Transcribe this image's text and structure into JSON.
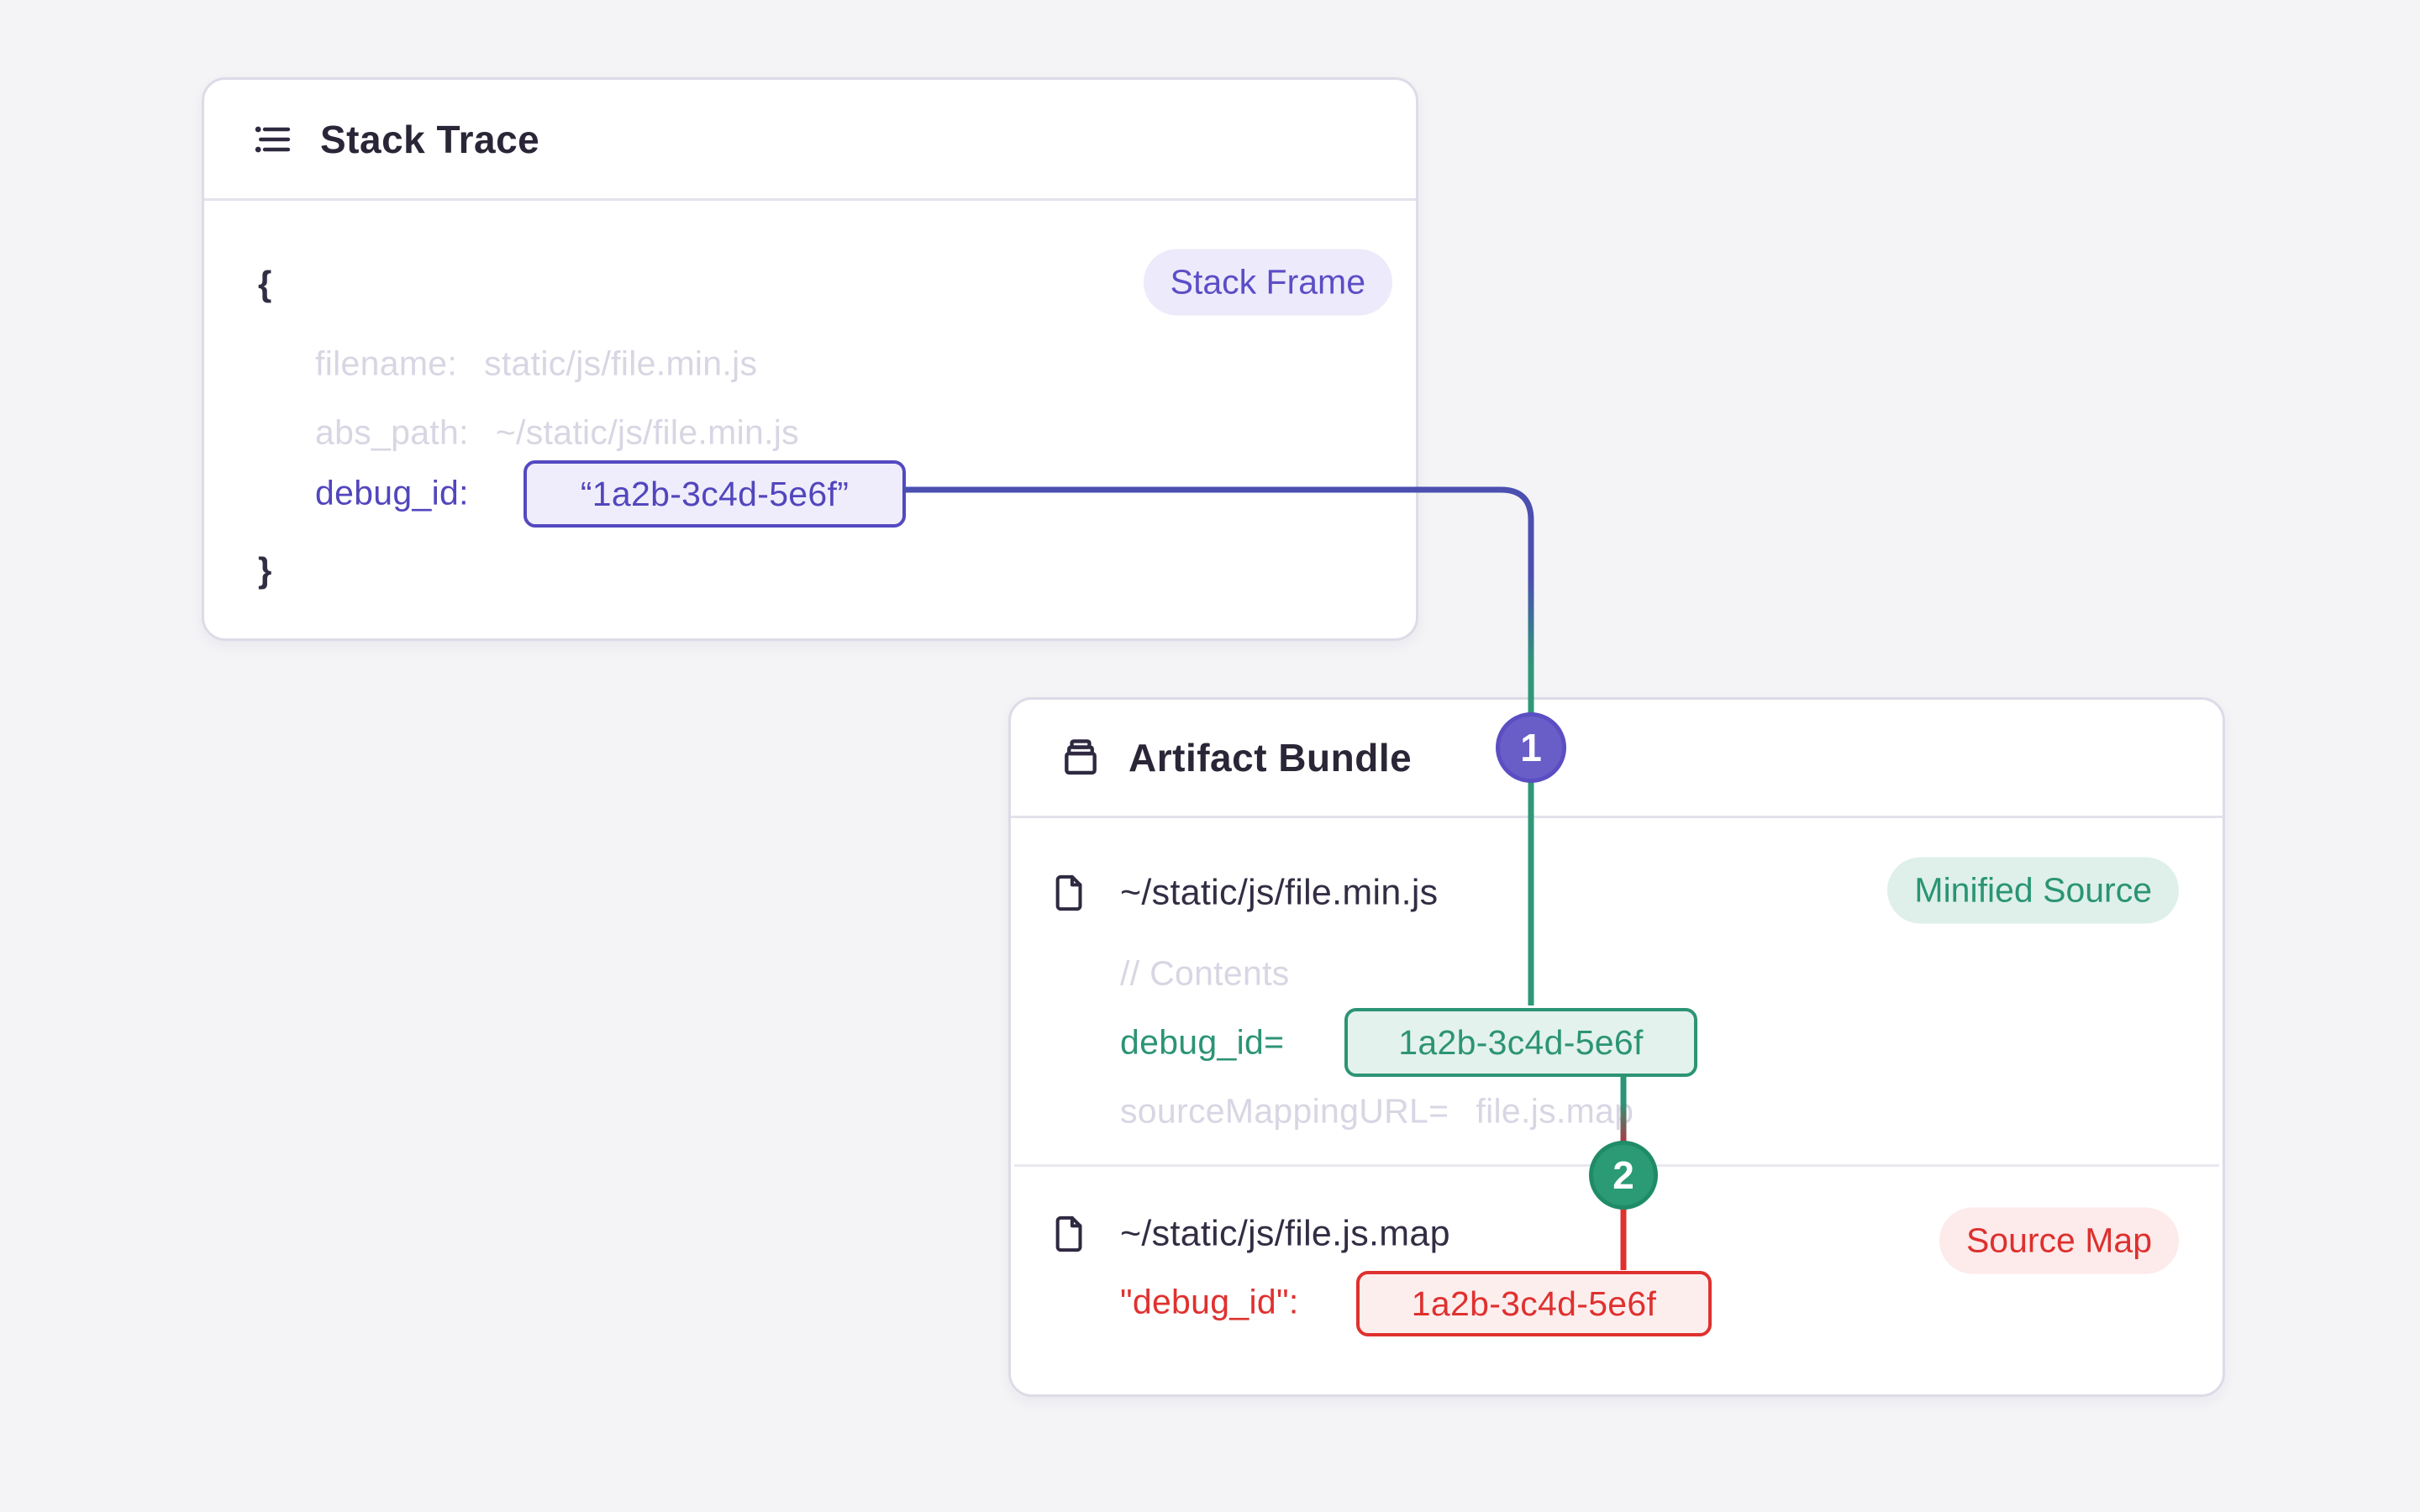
{
  "colors": {
    "background": "#f4f4f7",
    "card_border": "#dcdbe7",
    "title_text": "#2b2637",
    "muted_text": "#d7d6e3",
    "purple": "#5246bd",
    "purple_line": "#4b4fb0",
    "green": "#2c9475",
    "red": "#df312f",
    "step1_badge_fill": "#695dc7",
    "step2_badge_fill": "#2a9b75"
  },
  "stack_trace": {
    "title": "Stack Trace",
    "frame_badge": "Stack Frame",
    "open_brace": "{",
    "close_brace": "}",
    "fields": {
      "filename": {
        "key": "filename:",
        "value": "static/js/file.min.js"
      },
      "abs_path": {
        "key": "abs_path:",
        "value": "~/static/js/file.min.js"
      },
      "debug_id": {
        "key": "debug_id:",
        "value": "“1a2b-3c4d-5e6f”"
      }
    }
  },
  "artifact_bundle": {
    "title": "Artifact Bundle",
    "minified_source": {
      "path": "~/static/js/file.min.js",
      "badge": "Minified Source",
      "comment": "// Contents",
      "debug_id": {
        "key": "debug_id=",
        "value": "1a2b-3c4d-5e6f"
      },
      "source_mapping": {
        "key": "sourceMappingURL=",
        "value": "file.js.map"
      }
    },
    "source_map": {
      "path": "~/static/js/file.js.map",
      "badge": "Source Map",
      "debug_id": {
        "key": "\"debug_id\":",
        "value": "1a2b-3c4d-5e6f"
      }
    }
  },
  "connectors": {
    "step_1": "1",
    "step_2": "2"
  }
}
